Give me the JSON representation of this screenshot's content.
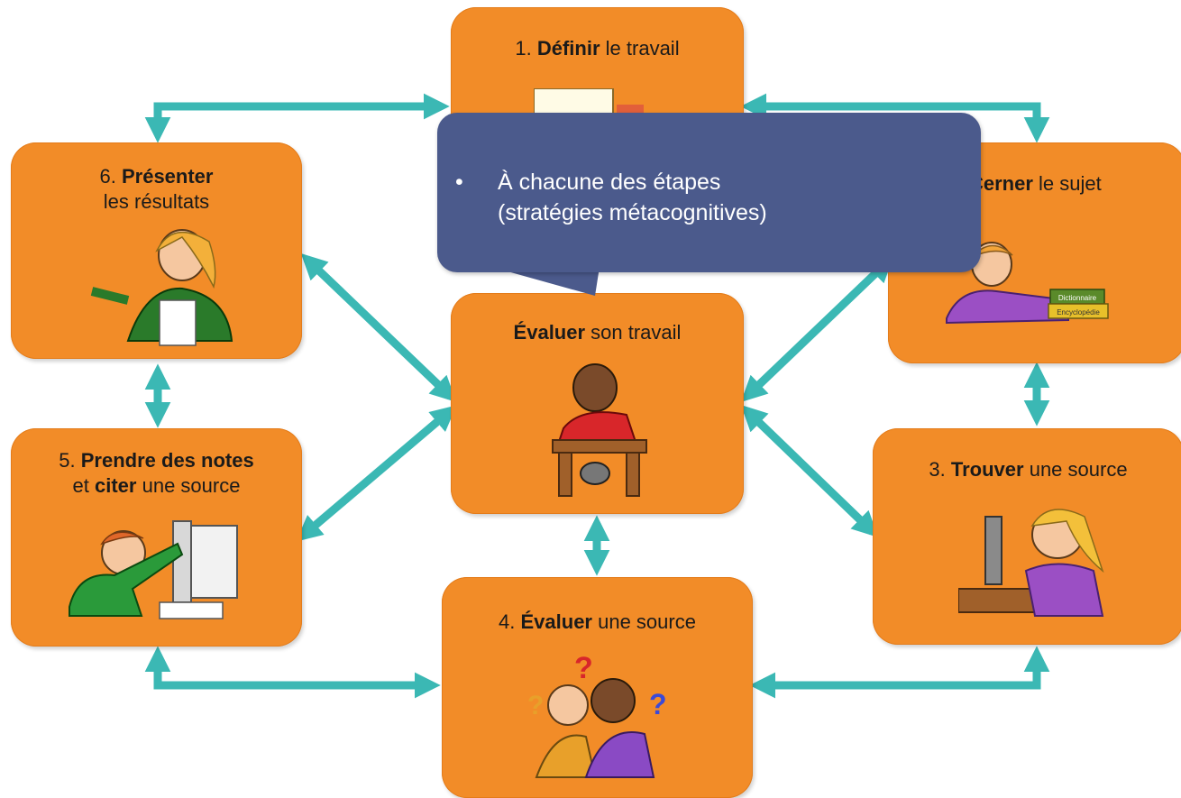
{
  "steps": [
    {
      "id": "step1",
      "bold": "Définir",
      "prefix": "1. ",
      "suffix": " le travail",
      "line2": ""
    },
    {
      "id": "step2",
      "bold": "Cerner",
      "prefix": "",
      "suffix": " le sujet",
      "line2": ""
    },
    {
      "id": "step3",
      "bold": "Trouver",
      "prefix": "3. ",
      "suffix": " une source",
      "line2": ""
    },
    {
      "id": "step4",
      "bold": "Évaluer",
      "prefix": "4. ",
      "suffix": " une source",
      "line2": ""
    },
    {
      "id": "step5",
      "bold": "Prendre des notes",
      "prefix": "5. ",
      "suffix": "",
      "line2_pre": "et ",
      "line2_bold": "citer",
      "line2_post": " une source"
    },
    {
      "id": "step6",
      "bold": "Présenter",
      "prefix": "6. ",
      "suffix": "",
      "line2": "les résultats"
    },
    {
      "id": "center",
      "bold": "Évaluer",
      "prefix": "",
      "suffix": " son travail",
      "line2": ""
    }
  ],
  "callout": {
    "bullet": "•",
    "lines": [
      "À chacune des étapes",
      "(stratégies métacognitives)"
    ]
  },
  "book_labels": [
    "Dictionnaire",
    "Encyclopédie"
  ],
  "colors": {
    "box": "#f28c28",
    "arrow": "#3bb8b4",
    "callout": "#4b5a8c"
  }
}
